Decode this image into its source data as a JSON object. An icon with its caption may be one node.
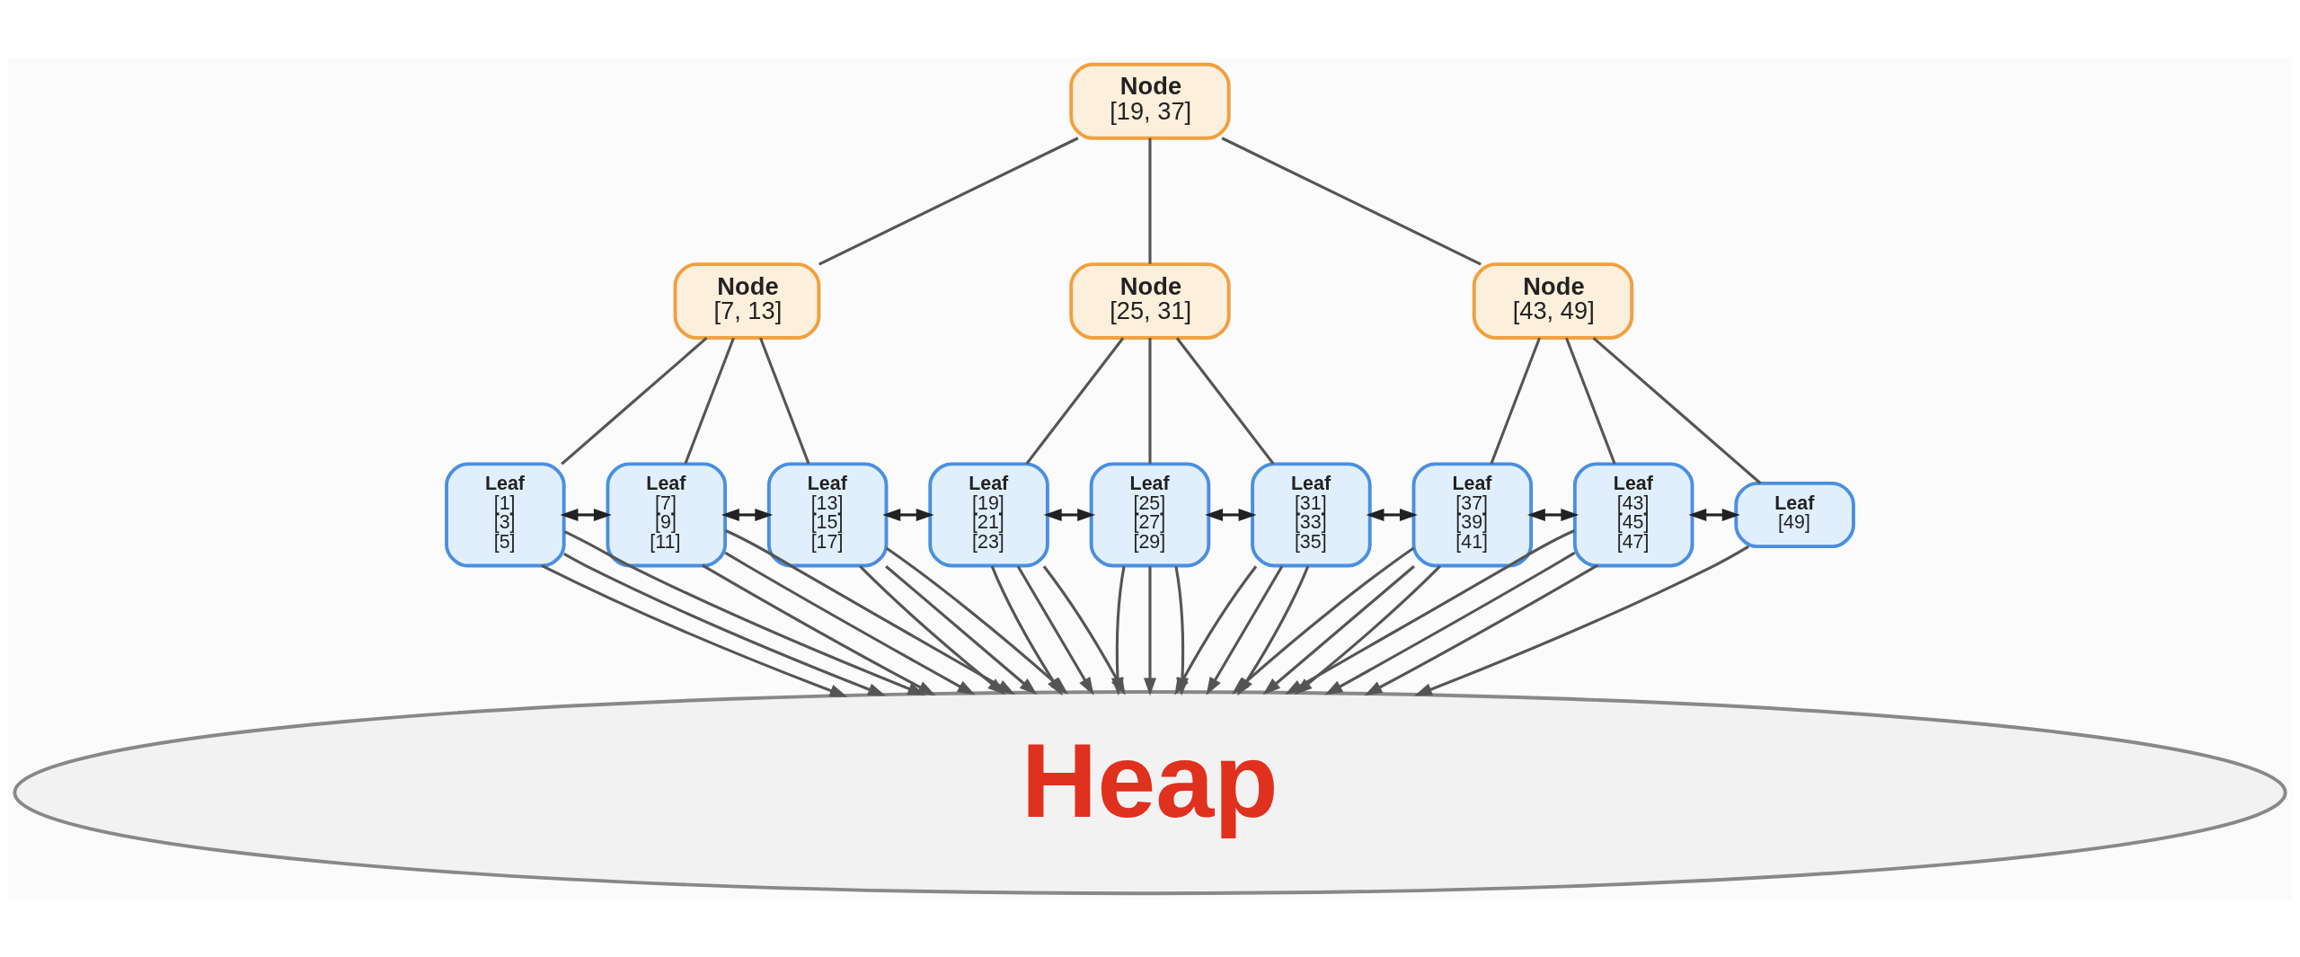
{
  "diagram": {
    "nodes": [
      {
        "text": [
          "Node",
          "[19, 37]"
        ]
      },
      {
        "text": [
          "Node",
          "[7, 13]"
        ]
      },
      {
        "text": [
          "Node",
          "[25, 31]"
        ]
      },
      {
        "text": [
          "Node",
          "[43, 49]"
        ]
      },
      {
        "text": [
          "Leaf",
          "[1]",
          "[3]",
          "[5]"
        ]
      },
      {
        "text": [
          "Leaf",
          "[7]",
          "[9]",
          "[11]"
        ]
      },
      {
        "text": [
          "Leaf",
          "[13]",
          "[15]",
          "[17]"
        ]
      },
      {
        "text": [
          "Leaf",
          "[19]",
          "[21]",
          "[23]"
        ]
      },
      {
        "text": [
          "Leaf",
          "[25]",
          "[27]",
          "[29]"
        ]
      },
      {
        "text": [
          "Leaf",
          "[31]",
          "[33]",
          "[35]"
        ]
      },
      {
        "text": [
          "Leaf",
          "[37]",
          "[39]",
          "[41]"
        ]
      },
      {
        "text": [
          "Leaf",
          "[43]",
          "[45]",
          "[47]"
        ]
      },
      {
        "text": [
          "Leaf",
          "[49]"
        ]
      },
      {
        "text": [
          "Heap"
        ]
      }
    ],
    "edges": [
      {
        "from": 0,
        "to": 1,
        "arrow": "none"
      },
      {
        "from": 0,
        "to": 2,
        "arrow": "none"
      },
      {
        "from": 0,
        "to": 3,
        "arrow": "none"
      },
      {
        "from": 1,
        "to": 4,
        "arrow": "none"
      },
      {
        "from": 1,
        "to": 5,
        "arrow": "none"
      },
      {
        "from": 1,
        "to": 6,
        "arrow": "none"
      },
      {
        "from": 2,
        "to": 7,
        "arrow": "none"
      },
      {
        "from": 2,
        "to": 8,
        "arrow": "none"
      },
      {
        "from": 2,
        "to": 9,
        "arrow": "none"
      },
      {
        "from": 3,
        "to": 10,
        "arrow": "none"
      },
      {
        "from": 3,
        "to": 11,
        "arrow": "none"
      },
      {
        "from": 3,
        "to": 12,
        "arrow": "none"
      },
      {
        "from": 4,
        "to": 5,
        "arrow": "both"
      },
      {
        "from": 5,
        "to": 6,
        "arrow": "both"
      },
      {
        "from": 6,
        "to": 7,
        "arrow": "both"
      },
      {
        "from": 7,
        "to": 8,
        "arrow": "both"
      },
      {
        "from": 8,
        "to": 9,
        "arrow": "both"
      },
      {
        "from": 9,
        "to": 10,
        "arrow": "both"
      },
      {
        "from": 10,
        "to": 11,
        "arrow": "both"
      },
      {
        "from": 11,
        "to": 12,
        "arrow": "both"
      },
      {
        "from": 4,
        "to": 13,
        "arrow": "to"
      },
      {
        "from": 4,
        "to": 13,
        "arrow": "to"
      },
      {
        "from": 4,
        "to": 13,
        "arrow": "to"
      },
      {
        "from": 5,
        "to": 13,
        "arrow": "to"
      },
      {
        "from": 5,
        "to": 13,
        "arrow": "to"
      },
      {
        "from": 5,
        "to": 13,
        "arrow": "to"
      },
      {
        "from": 6,
        "to": 13,
        "arrow": "to"
      },
      {
        "from": 6,
        "to": 13,
        "arrow": "to"
      },
      {
        "from": 6,
        "to": 13,
        "arrow": "to"
      },
      {
        "from": 7,
        "to": 13,
        "arrow": "to"
      },
      {
        "from": 7,
        "to": 13,
        "arrow": "to"
      },
      {
        "from": 7,
        "to": 13,
        "arrow": "to"
      },
      {
        "from": 8,
        "to": 13,
        "arrow": "to"
      },
      {
        "from": 8,
        "to": 13,
        "arrow": "to"
      },
      {
        "from": 8,
        "to": 13,
        "arrow": "to"
      },
      {
        "from": 9,
        "to": 13,
        "arrow": "to"
      },
      {
        "from": 9,
        "to": 13,
        "arrow": "to"
      },
      {
        "from": 9,
        "to": 13,
        "arrow": "to"
      },
      {
        "from": 10,
        "to": 13,
        "arrow": "to"
      },
      {
        "from": 10,
        "to": 13,
        "arrow": "to"
      },
      {
        "from": 10,
        "to": 13,
        "arrow": "to"
      },
      {
        "from": 11,
        "to": 13,
        "arrow": "to"
      },
      {
        "from": 11,
        "to": 13,
        "arrow": "to"
      },
      {
        "from": 11,
        "to": 13,
        "arrow": "to"
      },
      {
        "from": 12,
        "to": 13,
        "arrow": "to"
      }
    ]
  }
}
